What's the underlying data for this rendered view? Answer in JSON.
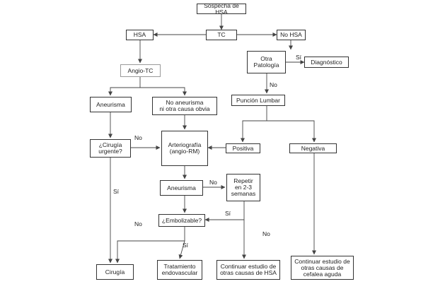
{
  "diagram": {
    "nodes": {
      "sospecha": "Sospecha de HSA",
      "tc": "TC",
      "hsa": "HSA",
      "no_hsa": "No HSA",
      "otra_patologia": "Otra\nPatología",
      "diagnostico": "Diagnóstico",
      "angio_tc": "Angio-TC",
      "aneurisma_1": "Aneurisma",
      "no_aneurisma": "No aneurisma\nni otra causa obvia",
      "puncion_lumbar": "Punción Lumbar",
      "cirugia_urgente": "¿Cirugía\nurgente?",
      "arteriografia": "Arteriografía\n(angio-RM)",
      "positiva": "Positiva",
      "negativa": "Negativa",
      "aneurisma_2": "Aneurisma",
      "repetir": "Repetir\nen 2-3\nsemanas",
      "embolizable": "¿Embolizable?",
      "cirugia": "Cirugía",
      "tratamiento": "Tratamiento\nendovascular",
      "continuar_hsa": "Continuar estudio de\notras causas de HSA",
      "continuar_cefalea": "Continuar estudio de\notras causas de\ncefalea aguda"
    },
    "edge_labels": {
      "si_otra": "Sí",
      "no_otra": "No",
      "no_cirugia": "No",
      "si_cirugia": "Sí",
      "no_aneurisma2": "No",
      "si_repetir": "Sí",
      "no_embolizable": "No",
      "si_embolizable": "Sí",
      "no_repetir": "No"
    }
  }
}
